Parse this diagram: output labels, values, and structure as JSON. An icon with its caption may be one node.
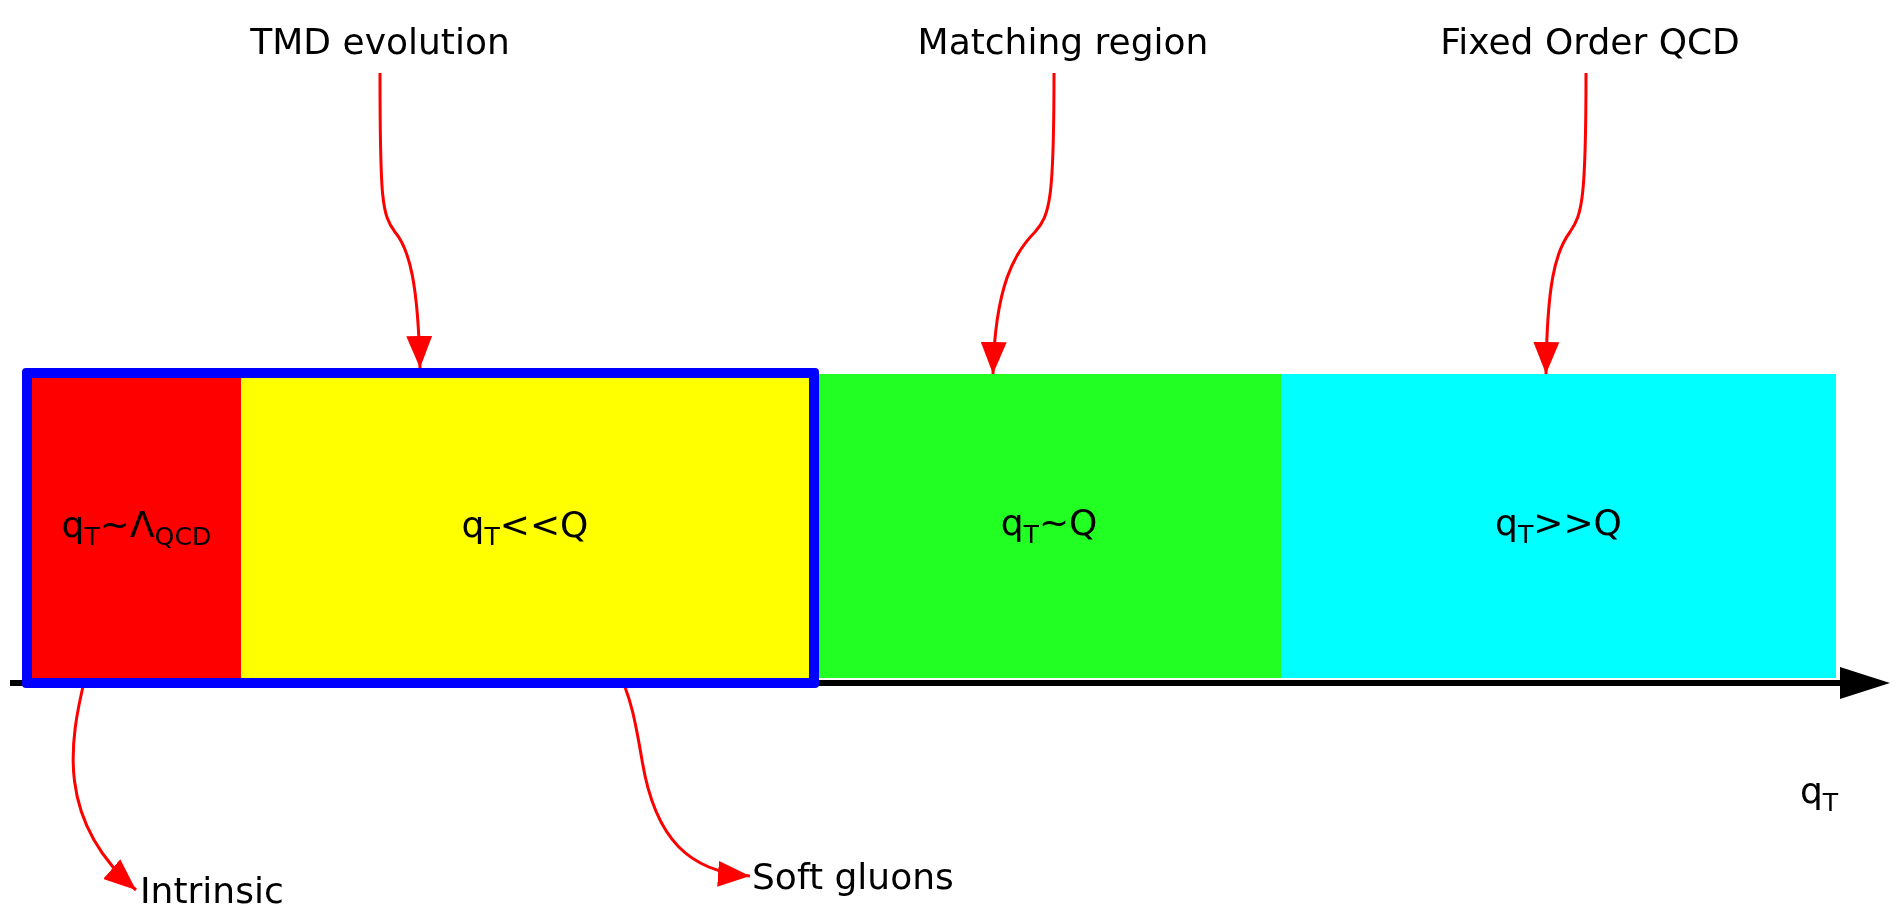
{
  "diagram": {
    "nodes": [
      {
        "text": [
          "TMD evolution"
        ]
      },
      {
        "text": [
          "Matching region"
        ]
      },
      {
        "text": [
          "Fixed Order QCD"
        ]
      },
      {
        "text": [],
        "shape": "box"
      },
      {
        "text": [
          "q$_{T}$~Λ$_{QCD}$"
        ],
        "in": 3
      },
      {
        "text": [
          "q$_{T}$<<Q"
        ],
        "in": 3
      },
      {
        "text": [
          "q$_{T}$~Q"
        ]
      },
      {
        "text": [
          "q$_{T}$>>Q"
        ]
      },
      {
        "text": [
          "Intrinsic"
        ]
      },
      {
        "text": [
          "Soft gluons"
        ]
      }
    ],
    "edges": [
      {
        "from": 0,
        "to": 3,
        "arrow": "to"
      },
      {
        "from": 1,
        "to": 6,
        "arrow": "to"
      },
      {
        "from": 2,
        "to": 7,
        "arrow": "to"
      },
      {
        "from": 4,
        "to": 8,
        "arrow": "to"
      },
      {
        "from": 5,
        "to": 9,
        "arrow": "to"
      }
    ],
    "labels": [
      "q$_{T}$"
    ]
  }
}
